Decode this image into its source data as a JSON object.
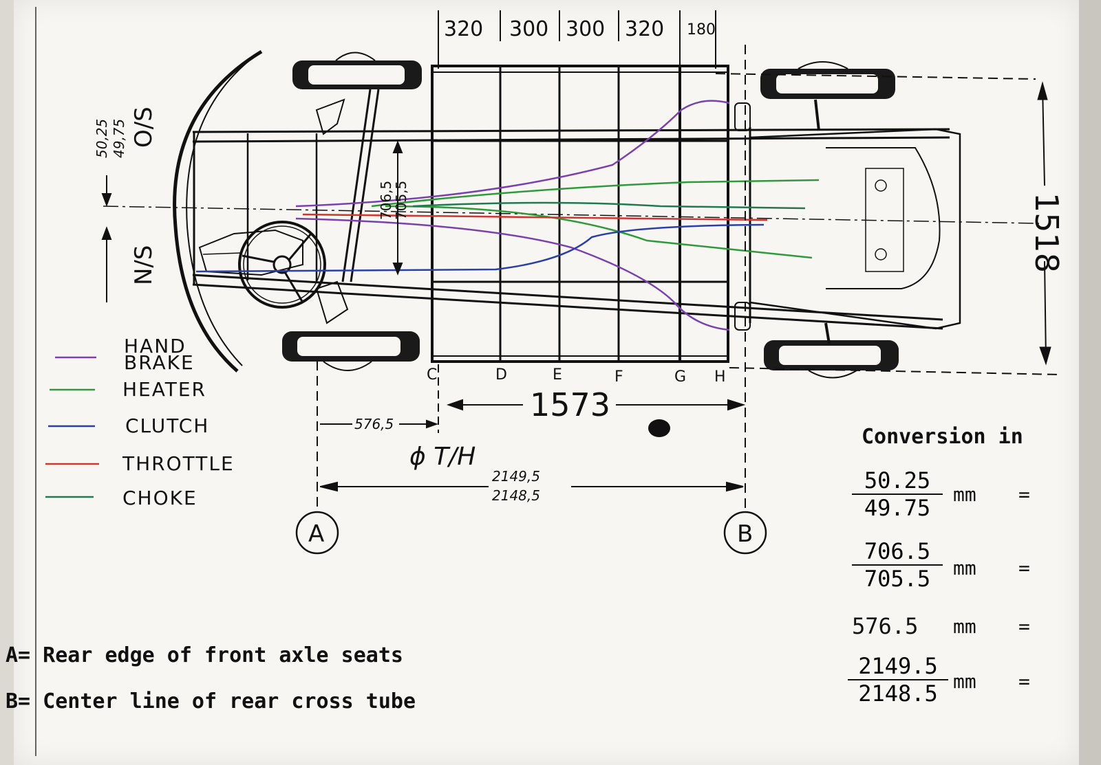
{
  "dimensions": {
    "bays": [
      "320",
      "300",
      "300",
      "320",
      "180"
    ],
    "width": "1518",
    "length_mid": "1573",
    "offset_a": "576,5",
    "ab_top": "2149,5",
    "ab_bottom": "2148,5",
    "left_top": "50,25",
    "left_bottom": "49,75",
    "os_label": "O/S",
    "ns_label": "N/S",
    "mid_top": "706,5",
    "mid_bottom": "705,5",
    "th_label": "ϕ T/H"
  },
  "stations": [
    "C",
    "D",
    "E",
    "F",
    "G",
    "H"
  ],
  "markers": {
    "a": "A",
    "b": "B"
  },
  "legend": [
    {
      "label": "HAND BRAKE",
      "color": "#7b3fb0"
    },
    {
      "label": "HEATER",
      "color": "#2e9a3a"
    },
    {
      "label": "CLUTCH",
      "color": "#2a3fa8"
    },
    {
      "label": "THROTTLE",
      "color": "#d0342c"
    },
    {
      "label": "CHOKE",
      "color": "#1f7a50"
    }
  ],
  "notes": {
    "a": "A= Rear edge of front axle seats",
    "b": "B= Center line of rear cross tube"
  },
  "conversion": {
    "title": "Conversion in",
    "rows": [
      {
        "num": "50.25",
        "den": "49.75",
        "unit": "mm",
        "eq": "="
      },
      {
        "num": "706.5",
        "den": "705.5",
        "unit": "mm",
        "eq": "="
      },
      {
        "value": "576.5",
        "unit": "mm",
        "eq": "="
      },
      {
        "num": "2149.5",
        "den": "2148.5",
        "unit": "mm",
        "eq": "="
      }
    ]
  }
}
